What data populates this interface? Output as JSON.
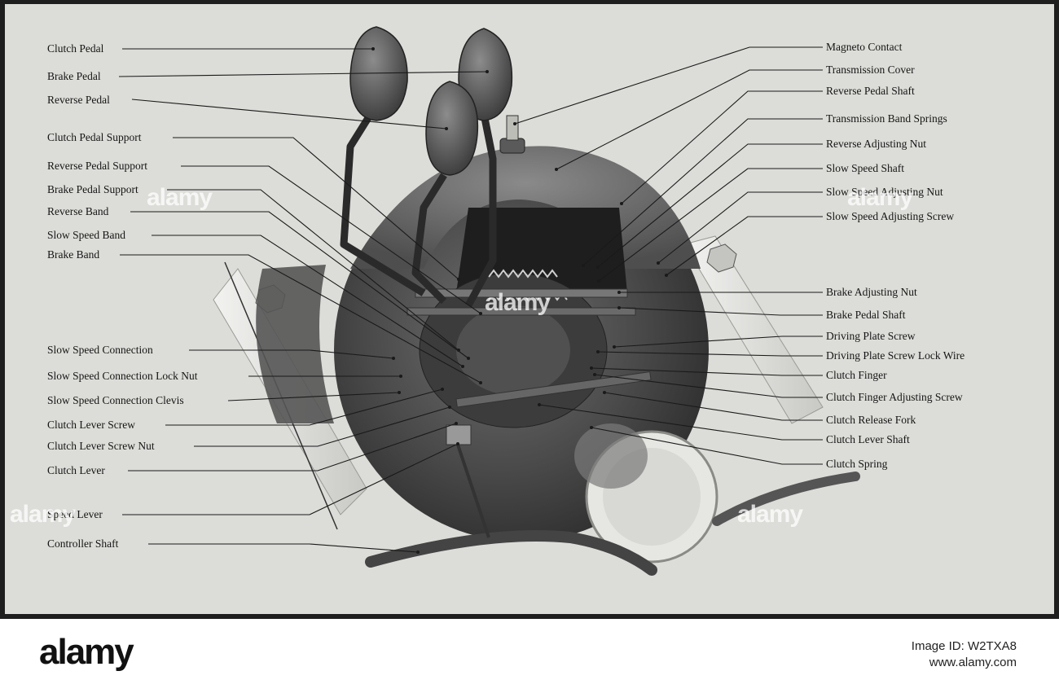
{
  "left_labels": [
    "Clutch Pedal",
    "Brake Pedal",
    "Reverse Pedal",
    "Clutch Pedal Support",
    "Reverse Pedal Support",
    "Brake Pedal Support",
    "Reverse Band",
    "Slow Speed Band",
    "Brake Band",
    "Slow Speed Connection",
    "Slow Speed Connection Lock Nut",
    "Slow Speed Connection Clevis",
    "Clutch Lever Screw",
    "Clutch Lever Screw Nut",
    "Clutch Lever",
    "Speed Lever",
    "Controller Shaft"
  ],
  "right_labels": [
    "Magneto Contact",
    "Transmission Cover",
    "Reverse Pedal Shaft",
    "Transmission Band Springs",
    "Reverse Adjusting Nut",
    "Slow Speed Shaft",
    "Slow Speed Adjusting Nut",
    "Slow Speed Adjusting Screw",
    "Brake Adjusting Nut",
    "Brake Pedal Shaft",
    "Driving Plate Screw",
    "Driving Plate Screw Lock Wire",
    "Clutch Finger",
    "Clutch Finger Adjusting Screw",
    "Clutch Release Fork",
    "Clutch Lever Shaft",
    "Clutch Spring"
  ],
  "watermark": "alamy",
  "footer": {
    "brand": "alamy",
    "image_id": "Image ID: W2TXA8",
    "site": "www.alamy.com"
  }
}
